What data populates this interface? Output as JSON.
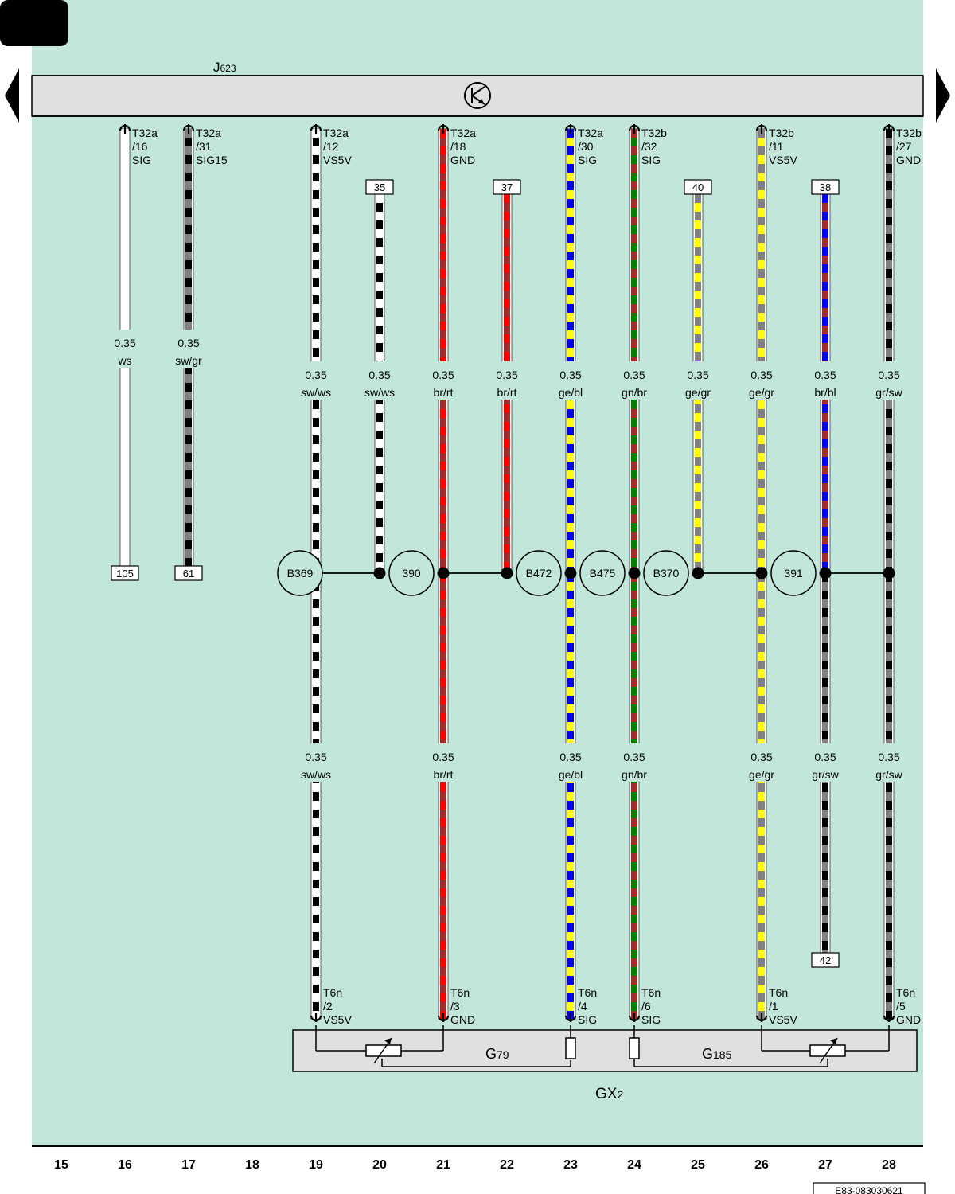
{
  "header": {
    "module_name": "J",
    "module_sub": "623",
    "component_name": "GX",
    "component_sub": "2",
    "sensor1_name": "G",
    "sensor1_sub": "79",
    "sensor2_name": "G",
    "sensor2_sub": "185",
    "doc_id": "E83-083030621"
  },
  "colors": {
    "background": "#c2e6da",
    "ws": "#ffffff",
    "sw": "#000000",
    "gr": "#808080",
    "rt": "#ff0000",
    "br": "#a52a2a",
    "ge": "#ffff00",
    "bl": "#0000ff",
    "gn": "#008000",
    "panel": "#e0e0e0"
  },
  "columns": [
    "15",
    "16",
    "17",
    "18",
    "19",
    "20",
    "21",
    "22",
    "23",
    "24",
    "25",
    "26",
    "27",
    "28"
  ],
  "top_pins": [
    {
      "col": "16",
      "conn": "T32a",
      "pin": "/16",
      "sig": "SIG"
    },
    {
      "col": "17",
      "conn": "T32a",
      "pin": "/31",
      "sig": "SIG15"
    },
    {
      "col": "19",
      "conn": "T32a",
      "pin": "/12",
      "sig": "VS5V"
    },
    {
      "col": "21",
      "conn": "T32a",
      "pin": "/18",
      "sig": "GND"
    },
    {
      "col": "23",
      "conn": "T32a",
      "pin": "/30",
      "sig": "SIG"
    },
    {
      "col": "24",
      "conn": "T32b",
      "pin": "/32",
      "sig": "SIG"
    },
    {
      "col": "26",
      "conn": "T32b",
      "pin": "/11",
      "sig": "VS5V"
    },
    {
      "col": "28",
      "conn": "T32b",
      "pin": "/27",
      "sig": "GND"
    }
  ],
  "bottom_pins": [
    {
      "col": "19",
      "conn": "T6n",
      "pin": "/2",
      "sig": "VS5V"
    },
    {
      "col": "21",
      "conn": "T6n",
      "pin": "/3",
      "sig": "GND"
    },
    {
      "col": "23",
      "conn": "T6n",
      "pin": "/4",
      "sig": "SIG"
    },
    {
      "col": "24",
      "conn": "T6n",
      "pin": "/6",
      "sig": "SIG"
    },
    {
      "col": "26",
      "conn": "T6n",
      "pin": "/1",
      "sig": "VS5V"
    },
    {
      "col": "28",
      "conn": "T6n",
      "pin": "/5",
      "sig": "GND"
    }
  ],
  "upper_wire_labels": [
    {
      "col": "16",
      "size": "0.35",
      "color": "ws"
    },
    {
      "col": "17",
      "size": "0.35",
      "color": "sw/gr"
    }
  ],
  "mid_wire_labels": [
    {
      "col": "19",
      "size": "0.35",
      "color": "sw/ws"
    },
    {
      "col": "20",
      "size": "0.35",
      "color": "sw/ws"
    },
    {
      "col": "21",
      "size": "0.35",
      "color": "br/rt"
    },
    {
      "col": "22",
      "size": "0.35",
      "color": "br/rt"
    },
    {
      "col": "23",
      "size": "0.35",
      "color": "ge/bl"
    },
    {
      "col": "24",
      "size": "0.35",
      "color": "gn/br"
    },
    {
      "col": "25",
      "size": "0.35",
      "color": "ge/gr"
    },
    {
      "col": "26",
      "size": "0.35",
      "color": "ge/gr"
    },
    {
      "col": "27",
      "size": "0.35",
      "color": "br/bl"
    },
    {
      "col": "28",
      "size": "0.35",
      "color": "gr/sw"
    }
  ],
  "lower_wire_labels": [
    {
      "col": "19",
      "size": "0.35",
      "color": "sw/ws"
    },
    {
      "col": "21",
      "size": "0.35",
      "color": "br/rt"
    },
    {
      "col": "23",
      "size": "0.35",
      "color": "ge/bl"
    },
    {
      "col": "24",
      "size": "0.35",
      "color": "gn/br"
    },
    {
      "col": "26",
      "size": "0.35",
      "color": "ge/gr"
    },
    {
      "col": "27",
      "size": "0.35",
      "color": "gr/sw"
    },
    {
      "col": "28",
      "size": "0.35",
      "color": "gr/sw"
    }
  ],
  "top_refs": [
    {
      "col": "20",
      "text": "35"
    },
    {
      "col": "22",
      "text": "37"
    },
    {
      "col": "25",
      "text": "40"
    },
    {
      "col": "27",
      "text": "38"
    }
  ],
  "end_refs": [
    {
      "col": "16",
      "text": "105"
    },
    {
      "col": "17",
      "text": "61"
    }
  ],
  "bottom_refs": [
    {
      "col": "27",
      "text": "42"
    }
  ],
  "splices": [
    {
      "col": "18.75",
      "text": "B369"
    },
    {
      "col": "20.5",
      "text": "390"
    },
    {
      "col": "22.5",
      "text": "B472"
    },
    {
      "col": "23.5",
      "text": "B475"
    },
    {
      "col": "24.5",
      "text": "B370"
    },
    {
      "col": "26.5",
      "text": "391"
    }
  ]
}
